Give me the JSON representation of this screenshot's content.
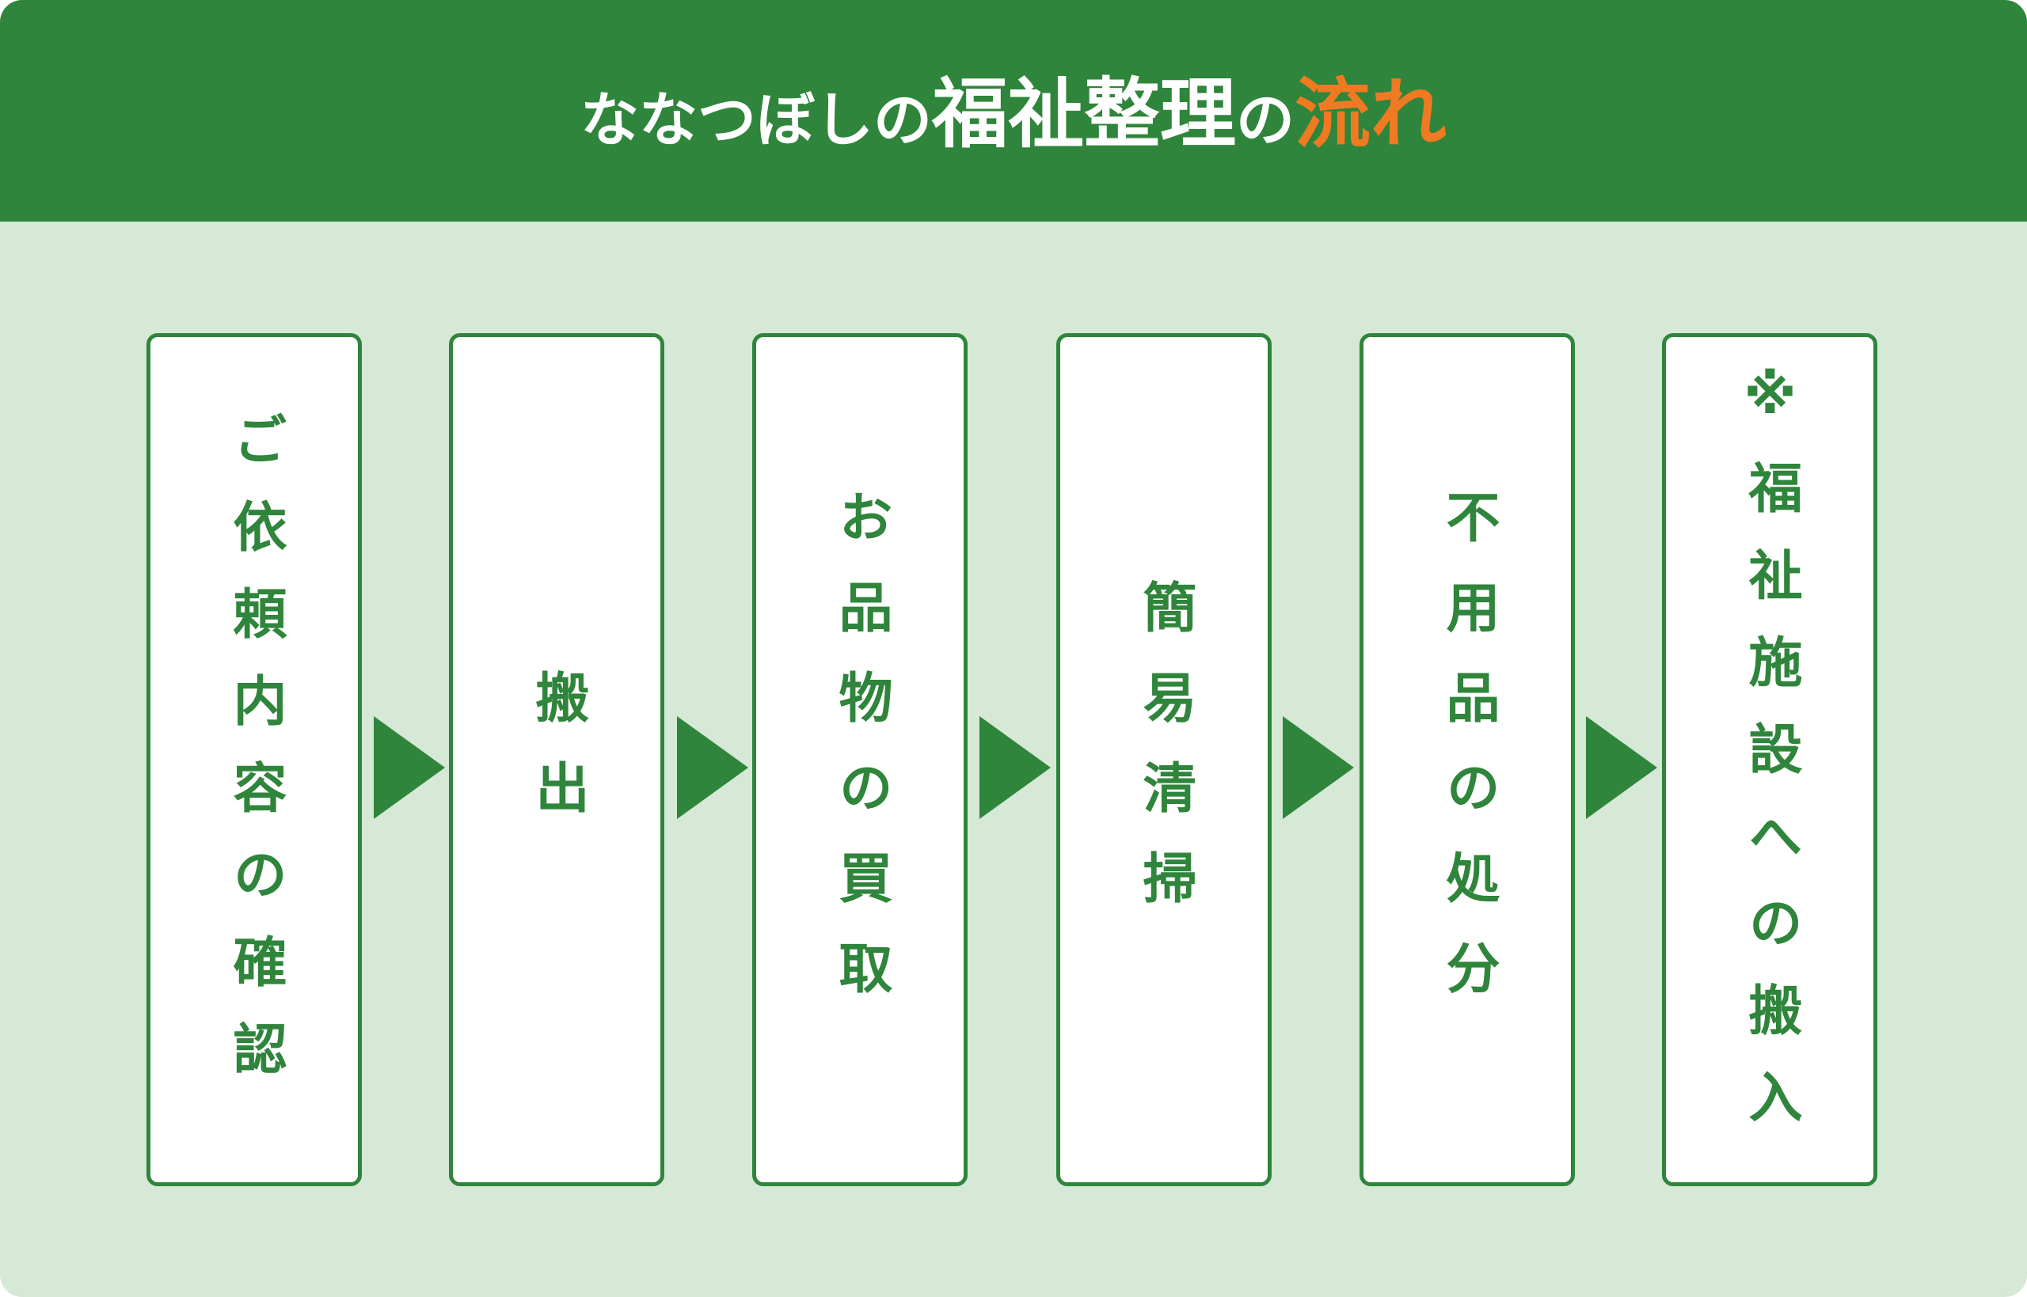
{
  "header": {
    "title_part1": "ななつぼしの",
    "title_part2": "福祉整理",
    "title_part3": "の",
    "title_accent": "流れ"
  },
  "steps": [
    {
      "label": "ご依頼内容の確認"
    },
    {
      "label": "搬出"
    },
    {
      "label": "お品物の買取"
    },
    {
      "label": "簡易清掃"
    },
    {
      "label": "不用品の処分"
    },
    {
      "label": "※福祉施設への搬入"
    }
  ],
  "colors": {
    "header_green": "#2f853b",
    "background": "#d6e8d6",
    "accent_orange": "#f07a22"
  },
  "icons": [
    "arrow-right-icon"
  ]
}
